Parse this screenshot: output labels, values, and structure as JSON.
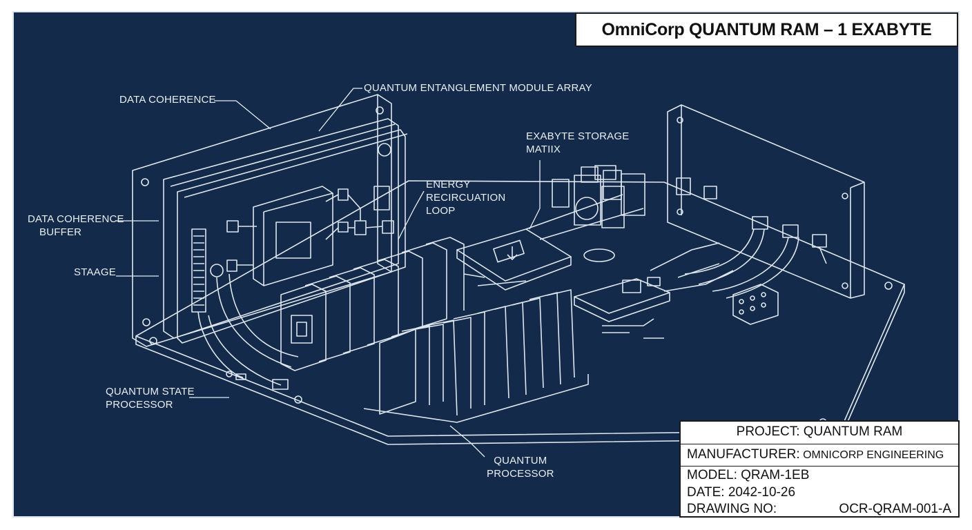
{
  "title": "OmniCorp QUANTUM RAM – 1 EXABYTE",
  "labels": {
    "data_coherence": "DATA COHERENCE",
    "entanglement_array": "QUANTUM ENTANGLEMENT MODULE ARRAY",
    "exabyte_storage": [
      "EXABYTE STORAGE",
      "MATIIX"
    ],
    "energy_loop": [
      "ENERGY",
      "RECIRCUATION",
      "LOOP"
    ],
    "coherence_buffer": [
      "DATA COHERENCE",
      "BUFFER"
    ],
    "staage": "STAAGE",
    "state_processor": [
      "QUANTUM STATE",
      "PROCESSOR"
    ],
    "quantum_processor": [
      "QUANTUM",
      "PROCESSOR"
    ]
  },
  "title_block": {
    "project": "PROJECT: QUANTUM RAM",
    "manufacturer_key": "MANUFACTURER:",
    "manufacturer_value": "OMNICORP ENGINEERING",
    "model": "MODEL: QRAM-1EB",
    "date": "DATE: 2042-10-26",
    "drawing_no_key": "DRAWING NO:",
    "drawing_no_value": "OCR-QRAM-001-A"
  },
  "colors": {
    "background": "#142a4a",
    "linework": "#dfe7f0",
    "text": "#e8eef5",
    "title_box": "#ffffff"
  }
}
